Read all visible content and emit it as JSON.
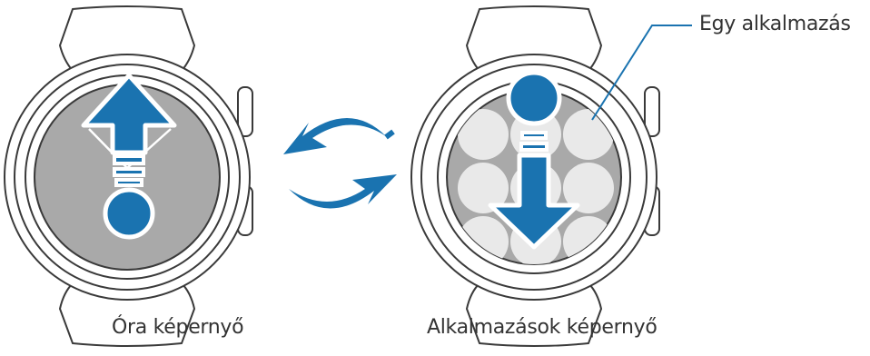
{
  "labels": {
    "watch_screen": "Óra képernyő",
    "apps_screen": "Alkalmazások képernyő",
    "single_app": "Egy alkalmazás"
  },
  "colors": {
    "accent_blue": "#1a73b0",
    "screen_gray": "#a9a9a9",
    "app_circle": "#e9e9e9",
    "outline": "#3a3a3a"
  },
  "icons": {
    "swipe_up": "arrow-up-icon",
    "swipe_down": "arrow-down-icon",
    "switch": "cycle-arrows-icon"
  }
}
